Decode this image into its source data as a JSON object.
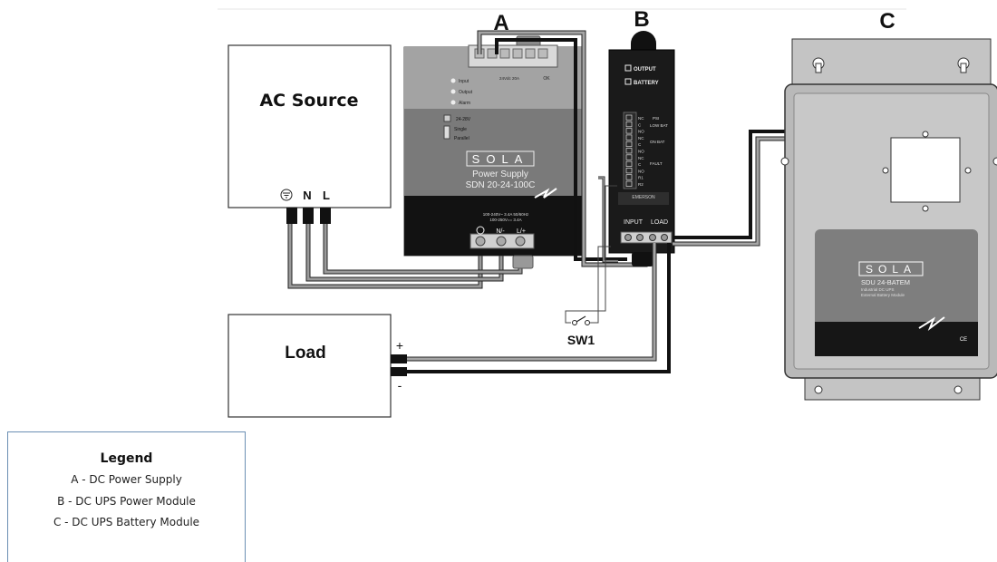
{
  "labels": {
    "A": "A",
    "B": "B",
    "C": "C",
    "sw1": "SW1",
    "plus": "+",
    "minus": "-"
  },
  "ac_source": {
    "title": "AC Source",
    "terminal_n": "N",
    "terminal_l": "L"
  },
  "load": {
    "title": "Load"
  },
  "power_supply": {
    "brand": "SOLA",
    "name": "Power Supply",
    "model": "SDN 20-24-100C",
    "led_input": "Input",
    "led_output": "Output",
    "led_alarm": "Alarm",
    "voltage": "24-28V",
    "single": "Single",
    "parallel": "Parallel",
    "top_rating": "24Vdc 20A",
    "ok": "OK",
    "spec_line1": "100-240V~ 3.4A 50/60Hz",
    "spec_line2": "100-250V== 3.4A",
    "terminal_n": "N/-",
    "terminal_l": "L/+"
  },
  "ups_module": {
    "output": "OUTPUT",
    "battery": "BATTERY",
    "relays": [
      "NC",
      "C",
      "NO",
      "NC",
      "C",
      "NO",
      "NC",
      "C",
      "NO",
      "R1",
      "R2"
    ],
    "relay_labels": [
      "PSI",
      "LOW BAT",
      "ON BAT",
      "FAULT"
    ],
    "brand": "EMERSON",
    "input": "INPUT",
    "load": "LOAD"
  },
  "battery_module": {
    "brand": "SOLA",
    "model": "SDU 24-BATEM",
    "line1": "Industrial DC UPS",
    "line2": "External Battery Module",
    "ce": "CE"
  },
  "legend": {
    "title": "Legend",
    "items": [
      "A - DC Power Supply",
      "B - DC UPS Power Module",
      "C - DC UPS Battery Module"
    ]
  }
}
